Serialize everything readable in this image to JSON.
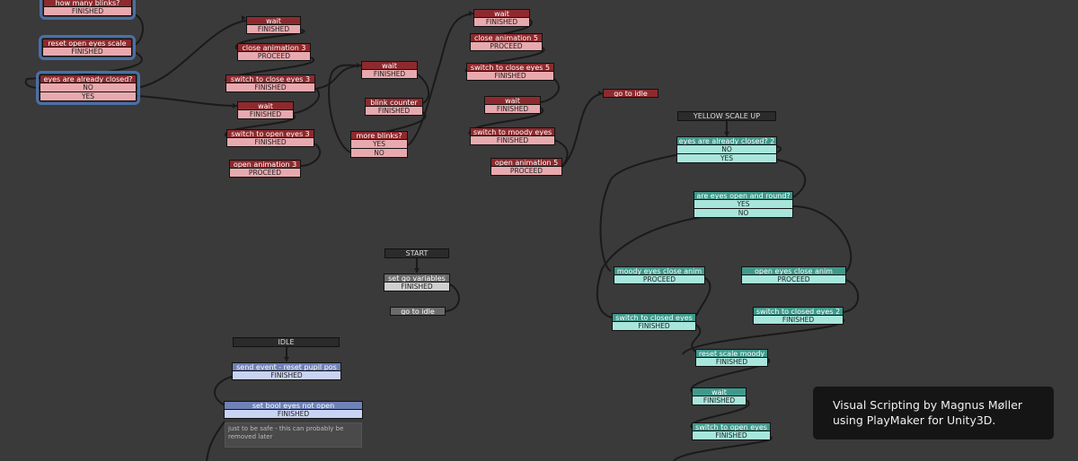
{
  "nodes": {
    "how_many_blinks": {
      "title": "how many blinks?",
      "rows": [
        "FINISHED"
      ]
    },
    "reset_open_eyes_scale": {
      "title": "reset open eyes scale",
      "rows": [
        "FINISHED"
      ]
    },
    "eyes_closed_1": {
      "title": "eyes are already closed?",
      "rows": [
        "NO",
        "YES"
      ]
    },
    "wait_1": {
      "title": "wait",
      "rows": [
        "FINISHED"
      ]
    },
    "close_anim_3": {
      "title": "close animation 3",
      "rows": [
        "PROCEED"
      ]
    },
    "switch_close_3": {
      "title": "switch to close eyes  3",
      "rows": [
        "FINISHED"
      ]
    },
    "wait_2": {
      "title": "wait",
      "rows": [
        "FINISHED"
      ]
    },
    "switch_open_3": {
      "title": "switch to open eyes  3",
      "rows": [
        "FINISHED"
      ]
    },
    "open_anim_3": {
      "title": "open animation 3",
      "rows": [
        "PROCEED"
      ]
    },
    "wait_3": {
      "title": "wait",
      "rows": [
        "FINISHED"
      ]
    },
    "blink_counter": {
      "title": "blink counter",
      "rows": [
        "FINISHED"
      ]
    },
    "more_blinks": {
      "title": "more blinks?",
      "rows": [
        "YES",
        "NO"
      ]
    },
    "wait_4": {
      "title": "wait",
      "rows": [
        "FINISHED"
      ]
    },
    "close_anim_5": {
      "title": "close animation 5",
      "rows": [
        "PROCEED"
      ]
    },
    "switch_close_5": {
      "title": "switch to close eyes  5",
      "rows": [
        "FINISHED"
      ]
    },
    "wait_5": {
      "title": "wait",
      "rows": [
        "FINISHED"
      ]
    },
    "switch_moody": {
      "title": "switch to moody eyes",
      "rows": [
        "FINISHED"
      ]
    },
    "open_anim_5": {
      "title": "open animation 5",
      "rows": [
        "PROCEED"
      ]
    },
    "go_to_idle_red": {
      "title": "go to idle",
      "rows": []
    },
    "eyes_closed_2": {
      "title": "eyes are already closed? 2",
      "rows": [
        "NO",
        "YES"
      ]
    },
    "eyes_open_round": {
      "title": "are eyes open and round?",
      "rows": [
        "YES",
        "NO"
      ]
    },
    "moody_close_anim": {
      "title": "moody eyes close anim",
      "rows": [
        "PROCEED"
      ]
    },
    "open_close_anim": {
      "title": "open eyes close anim",
      "rows": [
        "PROCEED"
      ]
    },
    "switch_closed_1": {
      "title": "switch to closed eyes",
      "rows": [
        "FINISHED"
      ]
    },
    "switch_closed_2": {
      "title": "switch to closed eyes 2",
      "rows": [
        "FINISHED"
      ]
    },
    "reset_scale_moody": {
      "title": "reset scale moody",
      "rows": [
        "FINISHED"
      ]
    },
    "wait_teal": {
      "title": "wait",
      "rows": [
        "FINISHED"
      ]
    },
    "switch_open_teal": {
      "title": "switch to open eyes",
      "rows": [
        "FINISHED"
      ]
    },
    "set_go_variables": {
      "title": "set go variables",
      "rows": [
        "FINISHED"
      ]
    },
    "go_to_idle_gray": {
      "title": "go to idle",
      "rows": []
    },
    "send_event_reset": {
      "title": "send event - reset pupil pos",
      "rows": [
        "FINISHED"
      ]
    },
    "set_bool": {
      "title": "set bool eyes not open",
      "rows": [
        "FINISHED"
      ]
    }
  },
  "labels": {
    "yellow_scale_up": "YELLOW SCALE UP",
    "start": "START",
    "idle": "IDLE"
  },
  "comment": "just to be safe - this can probably be removed later",
  "credit": {
    "line1": "Visual Scripting by Magnus Møller",
    "line2": "using PlayMaker for Unity3D."
  },
  "colors": {
    "background": "#3a3a3a",
    "red_header": "#8e2a2e",
    "red_row": "#e8a9ae",
    "teal_header": "#3f9a8c",
    "teal_row": "#a8e6dc",
    "blue_header": "#6f82b8",
    "blue_row": "#c9d3f3",
    "selection": "#4a6fa8"
  }
}
